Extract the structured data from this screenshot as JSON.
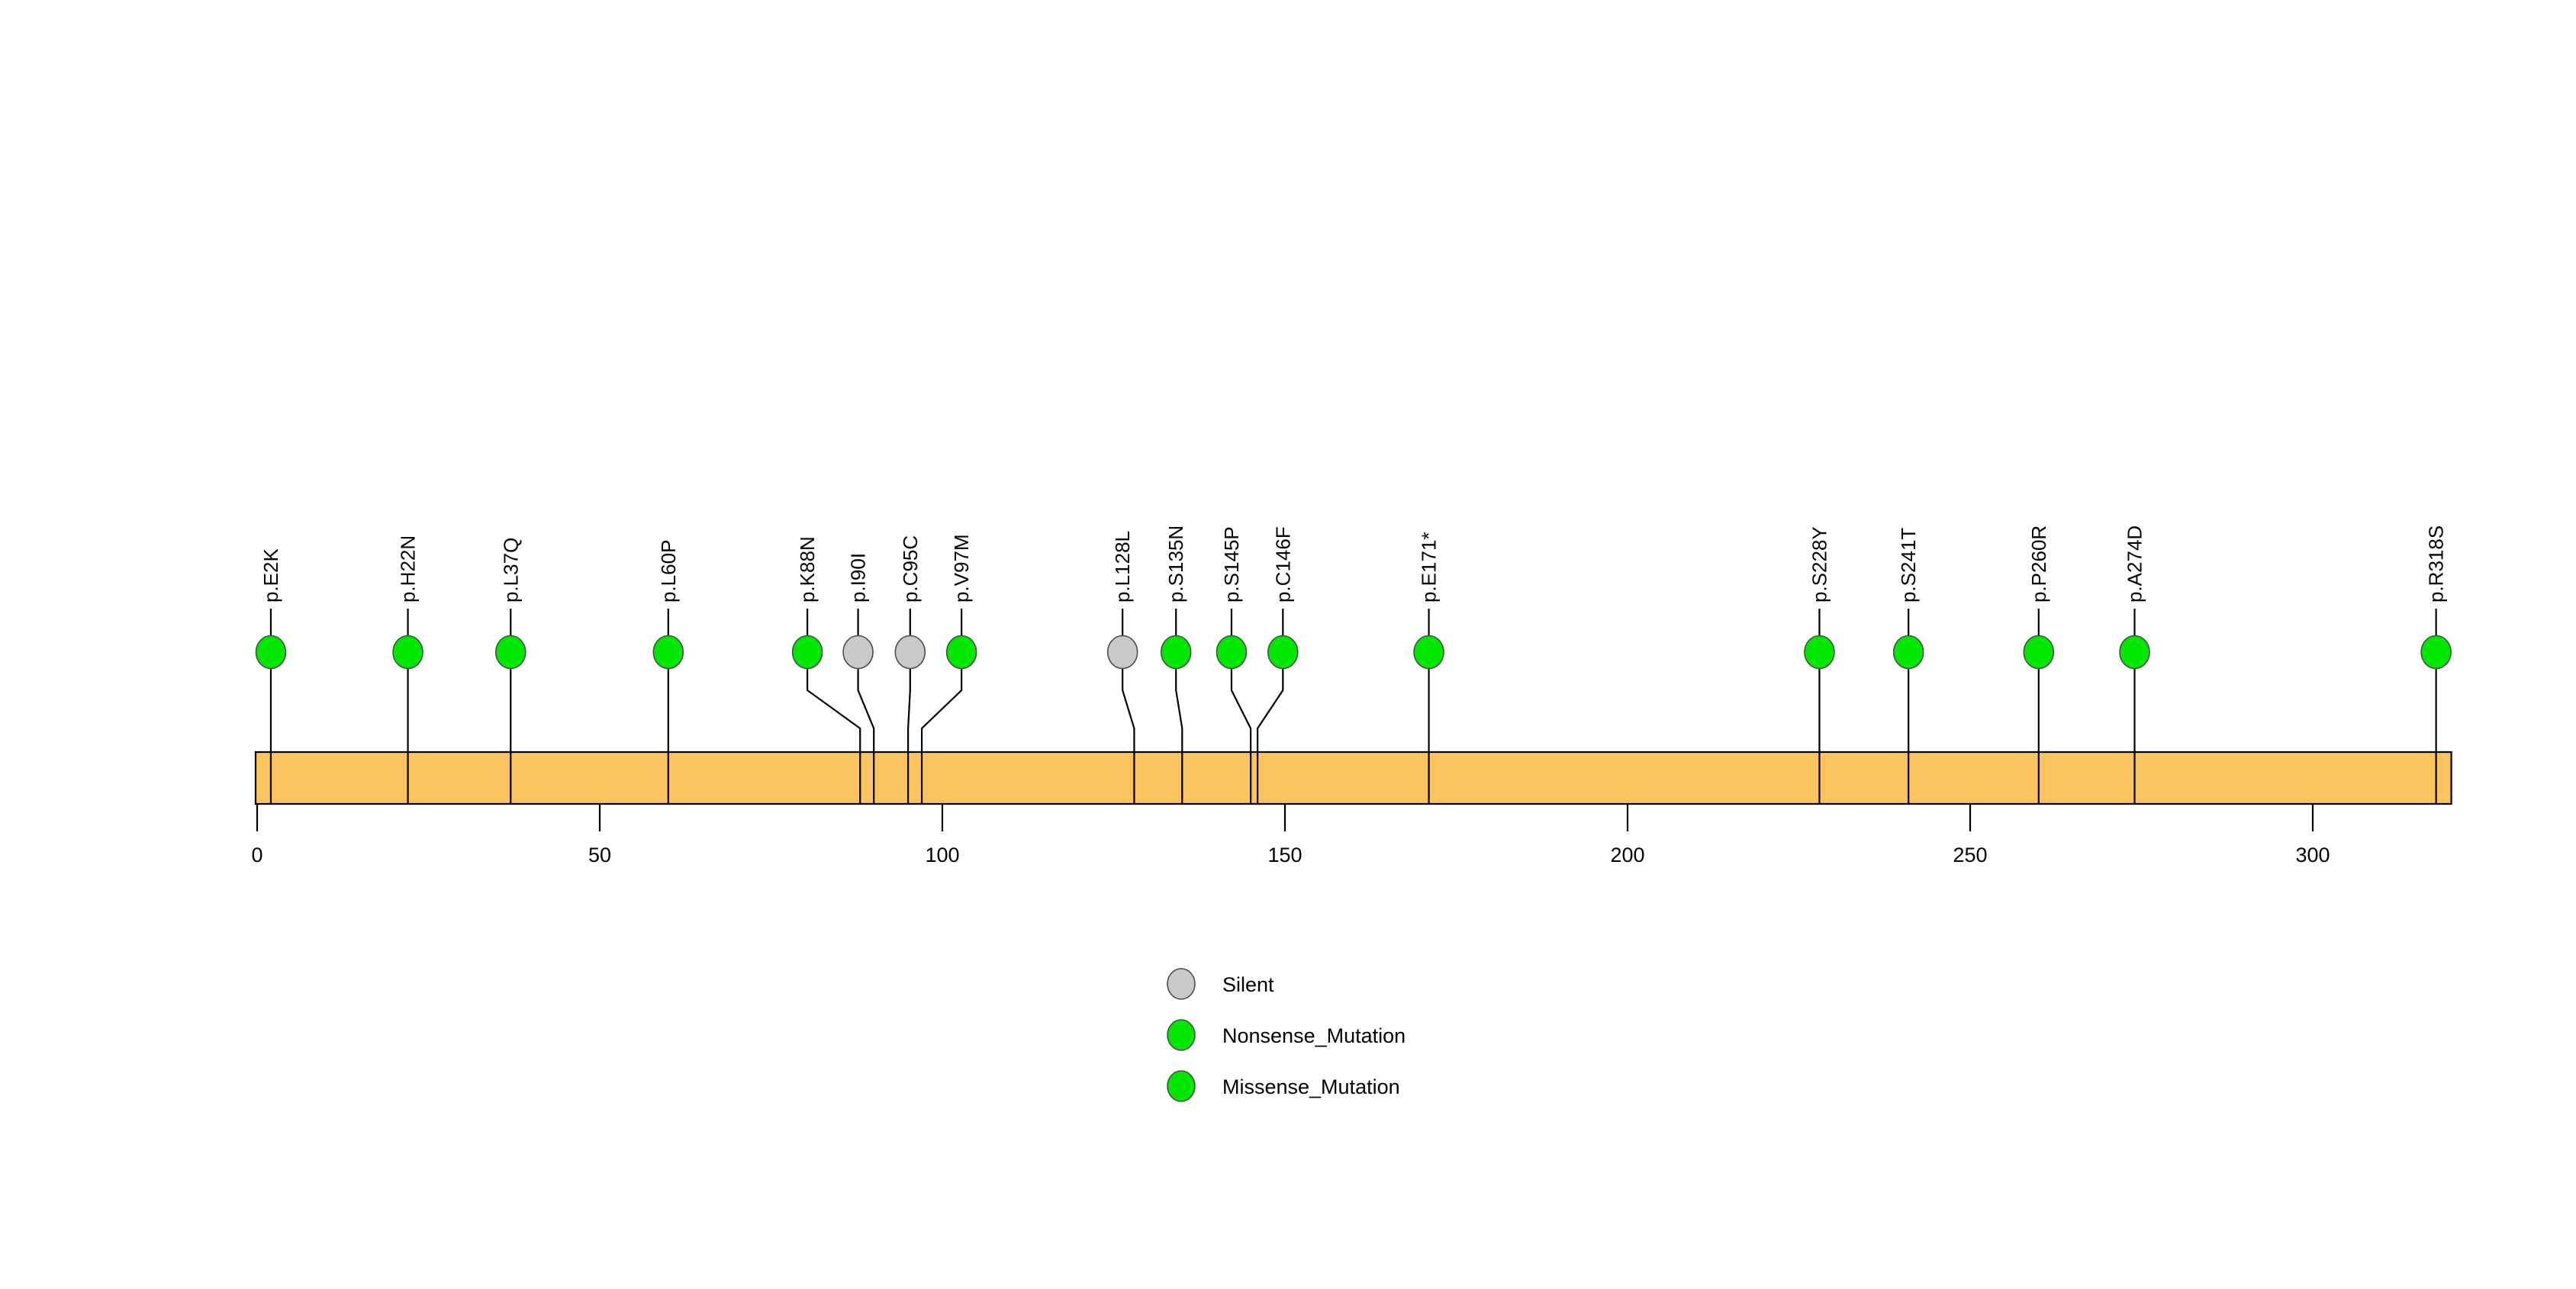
{
  "chart_data": {
    "type": "lollipop",
    "title": "",
    "subtitle": "",
    "xlabel": "",
    "ylabel": "",
    "xlim": [
      0,
      320
    ],
    "grid": false,
    "legend_position": "bottom-center",
    "protein_length": 320,
    "axis": {
      "ticks": [
        0,
        50,
        100,
        150,
        200,
        250,
        300
      ],
      "tick_labels": [
        "0",
        "50",
        "100",
        "150",
        "200",
        "250",
        "300"
      ]
    },
    "domain_track": {
      "name": "protein-backbone",
      "start": 0,
      "end": 320,
      "color": "#FBC45E",
      "border_color": "#000000"
    },
    "colors": {
      "silent": "#C9C9C9",
      "nonsense": "#00E700",
      "missense": "#00E700",
      "backbone": "#FBC45E",
      "stem": "#000000",
      "text": "#000000",
      "background": "#FFFFFF"
    },
    "categories": [
      "p.E2K",
      "p.H22N",
      "p.L37Q",
      "p.L60P",
      "p.K88N",
      "p.I90I",
      "p.C95C",
      "p.V97M",
      "p.L128L",
      "p.S135N",
      "p.S145P",
      "p.C146F",
      "p.E171*",
      "p.S228Y",
      "p.S241T",
      "p.P260R",
      "p.A274D",
      "p.R318S"
    ],
    "positions": [
      2,
      22,
      37,
      60,
      88,
      90,
      95,
      97,
      128,
      135,
      145,
      146,
      171,
      228,
      241,
      260,
      274,
      318
    ],
    "values": [
      1,
      1,
      1,
      1,
      1,
      1,
      1,
      1,
      1,
      1,
      1,
      1,
      1,
      1,
      1,
      1,
      1,
      1
    ],
    "mutations": [
      {
        "label": "p.E2K",
        "position": 2,
        "label_x": 2,
        "count": 1,
        "type": "Missense_Mutation",
        "color": "#00E700"
      },
      {
        "label": "p.H22N",
        "position": 22,
        "label_x": 22,
        "count": 1,
        "type": "Missense_Mutation",
        "color": "#00E700"
      },
      {
        "label": "p.L37Q",
        "position": 37,
        "label_x": 37,
        "count": 1,
        "type": "Missense_Mutation",
        "color": "#00E700"
      },
      {
        "label": "p.L60P",
        "position": 60,
        "label_x": 60,
        "count": 1,
        "type": "Missense_Mutation",
        "color": "#00E700"
      },
      {
        "label": "p.K88N",
        "position": 88,
        "label_x": 80.3,
        "count": 1,
        "type": "Missense_Mutation",
        "color": "#00E700"
      },
      {
        "label": "p.I90I",
        "position": 90,
        "label_x": 87.7,
        "count": 1,
        "type": "Silent",
        "color": "#C9C9C9"
      },
      {
        "label": "p.C95C",
        "position": 95,
        "label_x": 95.3,
        "count": 1,
        "type": "Silent",
        "color": "#C9C9C9"
      },
      {
        "label": "p.V97M",
        "position": 97,
        "label_x": 102.8,
        "count": 1,
        "type": "Missense_Mutation",
        "color": "#00E700"
      },
      {
        "label": "p.L128L",
        "position": 128,
        "label_x": 126.3,
        "count": 1,
        "type": "Silent",
        "color": "#C9C9C9"
      },
      {
        "label": "p.S135N",
        "position": 135,
        "label_x": 134.1,
        "count": 1,
        "type": "Missense_Mutation",
        "color": "#00E700"
      },
      {
        "label": "p.S145P",
        "position": 145,
        "label_x": 142.2,
        "count": 1,
        "type": "Missense_Mutation",
        "color": "#00E700"
      },
      {
        "label": "p.C146F",
        "position": 146,
        "label_x": 149.7,
        "count": 1,
        "type": "Missense_Mutation",
        "color": "#00E700"
      },
      {
        "label": "p.E171*",
        "position": 171,
        "label_x": 171,
        "count": 1,
        "type": "Nonsense_Mutation",
        "color": "#00E700"
      },
      {
        "label": "p.S228Y",
        "position": 228,
        "label_x": 228,
        "count": 1,
        "type": "Missense_Mutation",
        "color": "#00E700"
      },
      {
        "label": "p.S241T",
        "position": 241,
        "label_x": 241,
        "count": 1,
        "type": "Missense_Mutation",
        "color": "#00E700"
      },
      {
        "label": "p.P260R",
        "position": 260,
        "label_x": 260,
        "count": 1,
        "type": "Missense_Mutation",
        "color": "#00E700"
      },
      {
        "label": "p.A274D",
        "position": 274,
        "label_x": 274,
        "count": 1,
        "type": "Missense_Mutation",
        "color": "#00E700"
      },
      {
        "label": "p.R318S",
        "position": 318,
        "label_x": 318,
        "count": 1,
        "type": "Missense_Mutation",
        "color": "#00E700"
      }
    ],
    "legend": {
      "items": [
        {
          "label": "Silent",
          "color": "#C9C9C9"
        },
        {
          "label": "Nonsense_Mutation",
          "color": "#00E700"
        },
        {
          "label": "Missense_Mutation",
          "color": "#00E700"
        }
      ]
    }
  }
}
